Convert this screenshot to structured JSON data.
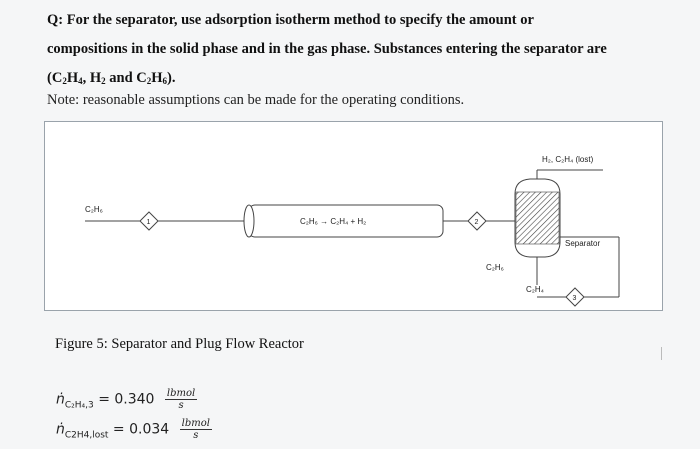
{
  "question": {
    "line1": "Q: For the separator, use adsorption isotherm method to specify the amount or",
    "line2": "compositions in the solid phase and in the gas phase. Substances entering the separator are",
    "line3_open": "(C",
    "line3_s2a": "2",
    "line3_h4": "H",
    "line3_s4": "4",
    "line3_mid": ", H",
    "line3_s2b": "2",
    "line3_and": " and C",
    "line3_s2c": "2",
    "line3_h6": "H",
    "line3_s6": "6",
    "line3_close": ")."
  },
  "note": "Note: reasonable assumptions can be made for the operating conditions.",
  "diagram": {
    "feed_label": "C₂H₆",
    "stream1": "1",
    "reactor_label": "C₂H₆ → C₂H₄ + H₂",
    "stream2": "2",
    "top_label": "H₂, C₂H₄ (lost)",
    "separator_label": "Separator",
    "bottom_label": "C₂H₆",
    "product_label": "C₂H₄",
    "stream3": "3"
  },
  "caption": "Figure 5: Separator and Plug Flow Reactor",
  "flows": [
    {
      "symbol": "ṅ",
      "sub": "C₂H₄,3",
      "eq": "= 0.340",
      "unit_num": "lbmol",
      "unit_den": "s"
    },
    {
      "symbol": "ṅ",
      "sub": "C2H4,lost",
      "eq": "= 0.034",
      "unit_num": "lbmol",
      "unit_den": "s"
    }
  ]
}
